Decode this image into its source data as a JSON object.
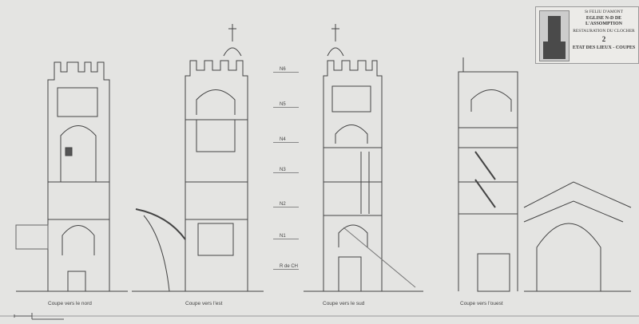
{
  "title_block": {
    "place": "St FELIU D'AMONT",
    "church": "EGLISE N-D DE L'ASSOMPTION",
    "project": "RESTAURATION DU CLOCHER",
    "sheet_number": "2",
    "sheet_title": "ETAT DES LIEUX - COUPES"
  },
  "levels": [
    "N6",
    "N5",
    "N4",
    "N3",
    "N2",
    "N1",
    "R de CH"
  ],
  "captions": [
    "Coupe vers le nord",
    "Coupe vers l'est",
    "Coupe vers le sud",
    "Coupe vers l'ouest"
  ]
}
